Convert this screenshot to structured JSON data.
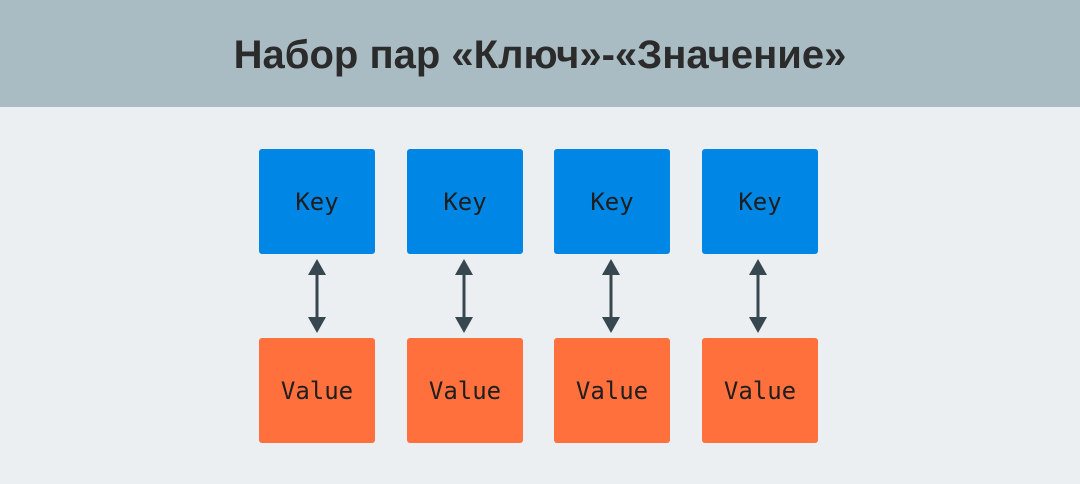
{
  "header": {
    "title": "Набор пар «Ключ»-«Значение»"
  },
  "pairs": [
    {
      "key_label": "Key",
      "value_label": "Value"
    },
    {
      "key_label": "Key",
      "value_label": "Value"
    },
    {
      "key_label": "Key",
      "value_label": "Value"
    },
    {
      "key_label": "Key",
      "value_label": "Value"
    }
  ],
  "colors": {
    "header_bg": "#a9bcc3",
    "canvas_bg": "#ebeff2",
    "key_box": "#0087e6",
    "value_box": "#ff703d",
    "arrow": "#37474f"
  },
  "icons": {
    "arrow": "double-headed-vertical-arrow-icon"
  }
}
